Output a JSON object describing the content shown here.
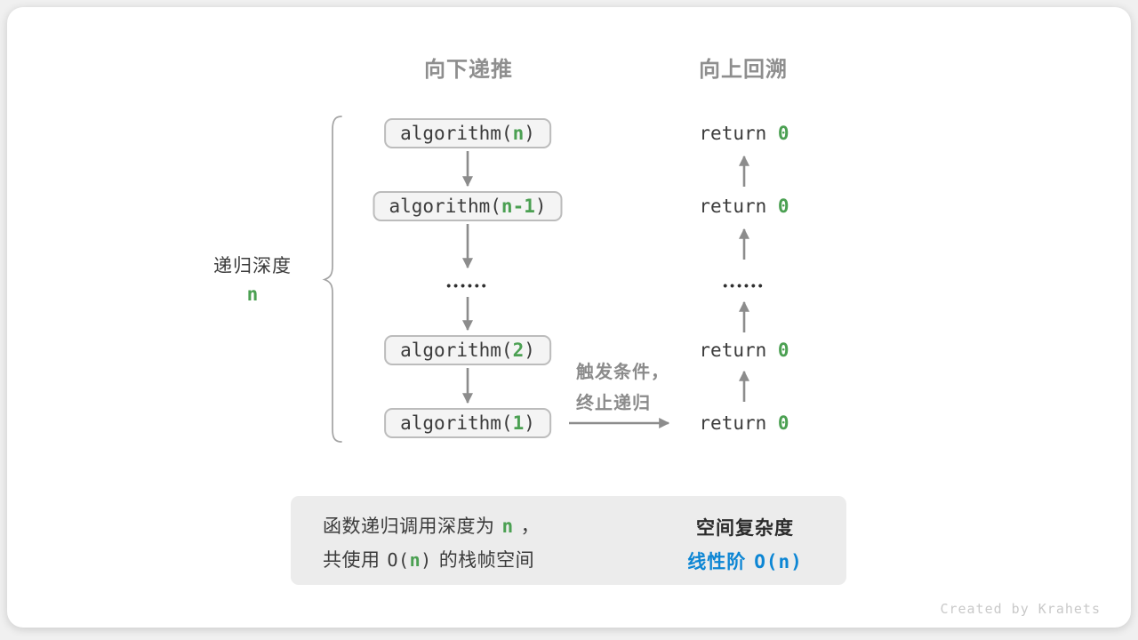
{
  "colors": {
    "green": "#4BA052",
    "blue": "#0D86D4",
    "ink": "#3B3B3B",
    "gray-label": "#8E8E8E",
    "arrow": "#8C8C8C"
  },
  "titles": {
    "recurse_down": "向下递推",
    "backtrack_up": "向上回溯"
  },
  "depth": {
    "label": "递归深度",
    "value": "n"
  },
  "ellipsis": "••••••",
  "stack": [
    {
      "fn": "algorithm(",
      "arg": "n",
      "close": ")"
    },
    {
      "fn": "algorithm(",
      "arg": "n-1",
      "close": ")"
    },
    {
      "fn": "algorithm(",
      "arg": "2",
      "close": ")"
    },
    {
      "fn": "algorithm(",
      "arg": "1",
      "close": ")"
    }
  ],
  "returns": [
    {
      "keyword": "return",
      "value": "0"
    },
    {
      "keyword": "return",
      "value": "0"
    },
    {
      "keyword": "return",
      "value": "0"
    },
    {
      "keyword": "return",
      "value": "0"
    }
  ],
  "base_case": {
    "line1": "触发条件，",
    "line2": "终止递归"
  },
  "summary": {
    "line1_text": "函数递归调用深度为",
    "line1_var": "n",
    "line1_punct": "，",
    "line2_prefix": "共使用",
    "line2_o_open": "O(",
    "line2_var": "n",
    "line2_o_close": ")",
    "line2_suffix": "的栈帧空间",
    "result_title": "空间复杂度",
    "result_label": "线性阶",
    "result_complexity": "O(n)"
  },
  "watermark": "Created by Krahets"
}
